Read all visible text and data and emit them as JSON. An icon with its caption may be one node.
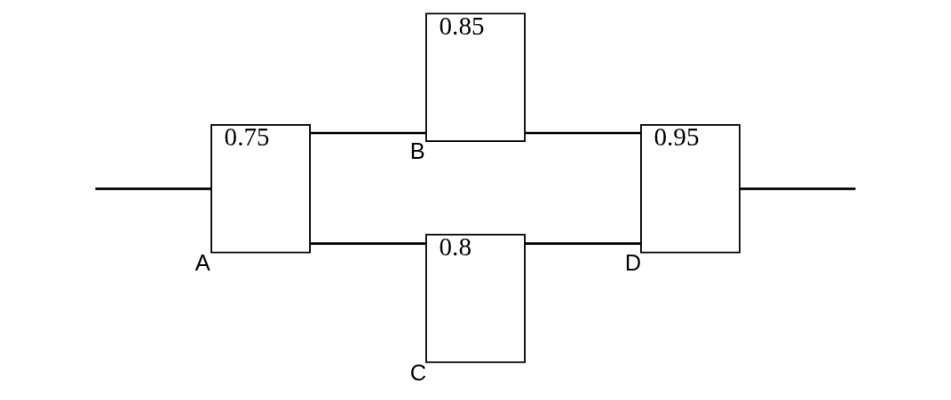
{
  "diagram": {
    "nodes": [
      {
        "text": [
          "0.75"
        ],
        "beside": [
          "A"
        ]
      },
      {
        "text": [
          "0.85"
        ],
        "beside": [
          "B"
        ]
      },
      {
        "text": [
          "0.8"
        ],
        "beside": [
          "C"
        ]
      },
      {
        "text": [
          "0.95"
        ],
        "beside": [
          "D"
        ]
      }
    ],
    "edges": [
      {
        "from": null,
        "to": 0,
        "arrow": "none"
      },
      {
        "from": 0,
        "to": 1,
        "arrow": "none"
      },
      {
        "from": 0,
        "to": 2,
        "arrow": "none"
      },
      {
        "from": 1,
        "to": 3,
        "arrow": "none"
      },
      {
        "from": 2,
        "to": 3,
        "arrow": "none"
      },
      {
        "from": 3,
        "to": null,
        "arrow": "none"
      }
    ]
  }
}
